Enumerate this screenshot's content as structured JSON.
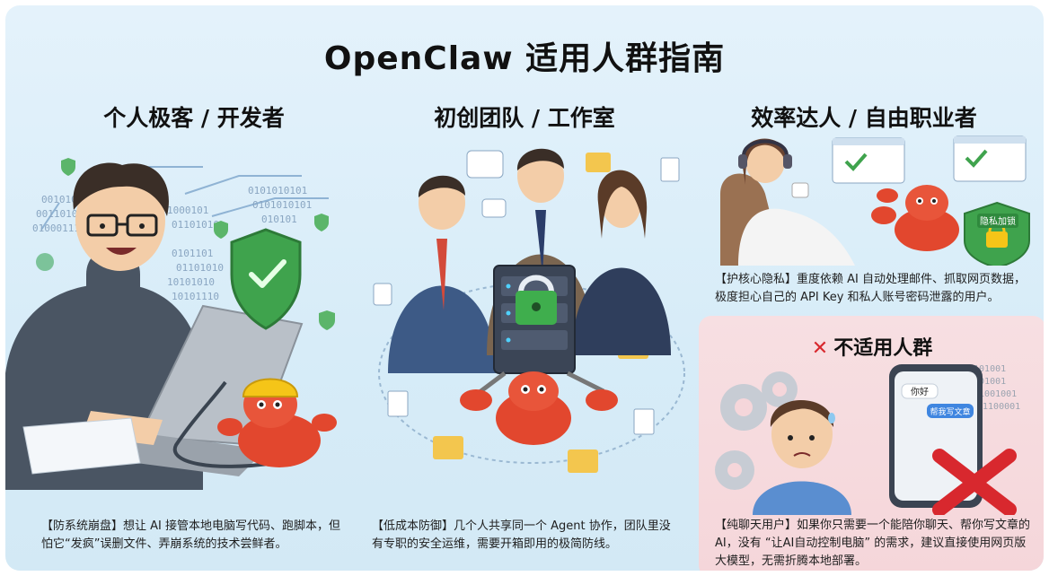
{
  "title": "OpenClaw 适用人群指南",
  "columns": [
    {
      "title": "个人极客 / 开发者",
      "description": "【防系统崩盘】想让 AI 接管本地电脑写代码、跑脚本，但怕它“发疯”误删文件、弄崩系统的技术尝鲜者。"
    },
    {
      "title": "初创团队 / 工作室",
      "description": "【低成本防御】几个人共享同一个 Agent 协作，团队里没有专职的安全运维，需要开箱即用的极简防线。"
    },
    {
      "title": "效率达人 / 自由职业者",
      "description": "【护核心隐私】重度依赖 AI 自动处理邮件、抓取网页数据，极度担心自己的 API Key 和私人账号密码泄露的用户。",
      "badge": "隐私加锁"
    }
  ],
  "unsuitable": {
    "icon": "red-x-icon",
    "title": "不适用人群",
    "description": "【纯聊天用户】如果你只需要一个能陪你聊天、帮你写文章的AI，没有 “让AI自动控制电脑” 的需求，建议直接使用网页版大模型，无需折腾本地部署。",
    "chat": [
      "你好",
      "帮我写文章"
    ]
  },
  "decor": {
    "binary_left": [
      "001010",
      "0011010",
      "01000111",
      "1000101",
      "01101010",
      "0101010101",
      "0101010101",
      "010101",
      "0101101",
      "01101010",
      "10101010",
      "10101110"
    ],
    "binary_right": [
      "0101001",
      "10101001",
      "011001001",
      "01100001"
    ]
  },
  "colors": {
    "accent_red": "#d8282e",
    "shield_green": "#3fa34d",
    "lobster_red": "#e2472e",
    "bg_blue": "#dcedf8",
    "bg_pink": "#f6dadd"
  }
}
